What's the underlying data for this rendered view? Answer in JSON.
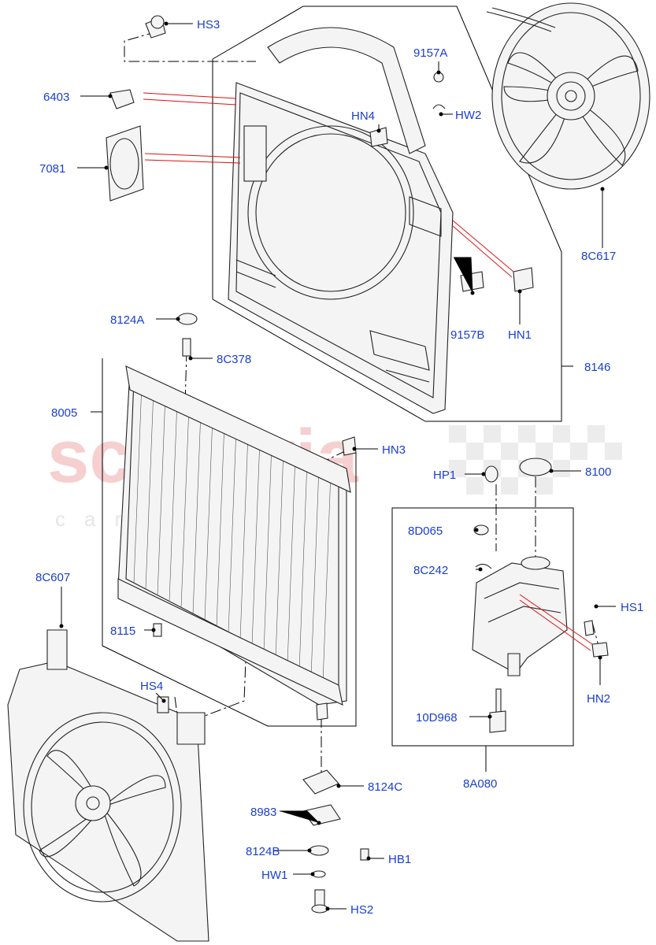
{
  "watermark": {
    "brand": "scuderia",
    "sub": "car parts"
  },
  "callouts": {
    "hs3": "HS3",
    "p9157a": "9157A",
    "p6403": "6403",
    "hn4": "HN4",
    "hw2": "HW2",
    "p7081": "7081",
    "p8c617": "8C617",
    "p8124a": "8124A",
    "p8c378": "8C378",
    "p9157b": "9157B",
    "hn1": "HN1",
    "p8146": "8146",
    "p8005": "8005",
    "hn3": "HN3",
    "hp1": "HP1",
    "p8100": "8100",
    "p8d065": "8D065",
    "p8c242": "8C242",
    "p8c607": "8C607",
    "hs1": "HS1",
    "p8115": "8115",
    "hn2": "HN2",
    "hs4": "HS4",
    "p10d968": "10D968",
    "p8a080": "8A080",
    "p8124c": "8124C",
    "p8983": "8983",
    "p8124b": "8124B",
    "hb1": "HB1",
    "hw1": "HW1",
    "hs2": "HS2"
  }
}
